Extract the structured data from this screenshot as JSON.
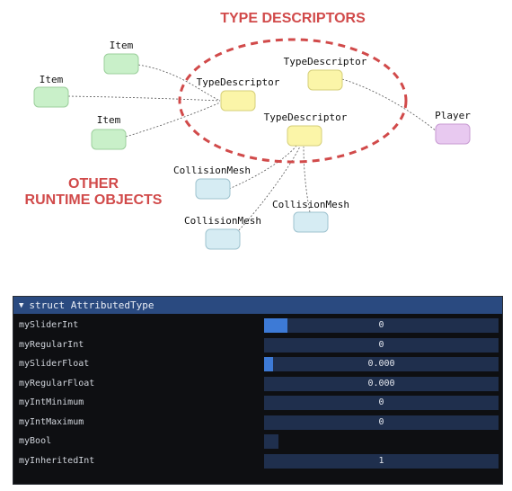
{
  "diagram": {
    "heading_descriptors": "TYPE DESCRIPTORS",
    "heading_other_line1": "OTHER",
    "heading_other_line2": "RUNTIME OBJECTS",
    "nodes": {
      "item_top": "Item",
      "item_left": "Item",
      "item_bottom": "Item",
      "typedesc_left": "TypeDescriptor",
      "typedesc_top": "TypeDescriptor",
      "typedesc_bottom": "TypeDescriptor",
      "player": "Player",
      "collision_left": "CollisionMesh",
      "collision_right": "CollisionMesh",
      "collision_bottom": "CollisionMesh"
    },
    "colors": {
      "item": "#c9f0c9",
      "typedesc": "#fbf5a8",
      "player": "#e8c9f0",
      "collision": "#d6ecf3",
      "accent": "#d14a4a"
    }
  },
  "panel": {
    "title": "struct AttributedType",
    "rows": [
      {
        "label": "mySliderInt",
        "value": "0",
        "fill": 0.1
      },
      {
        "label": "myRegularInt",
        "value": "0"
      },
      {
        "label": "mySliderFloat",
        "value": "0.000",
        "fill": 0.04
      },
      {
        "label": "myRegularFloat",
        "value": "0.000"
      },
      {
        "label": "myIntMinimum",
        "value": "0"
      },
      {
        "label": "myIntMaximum",
        "value": "0"
      },
      {
        "label": "myBool",
        "value": ""
      },
      {
        "label": "myInheritedInt",
        "value": "1"
      }
    ]
  }
}
